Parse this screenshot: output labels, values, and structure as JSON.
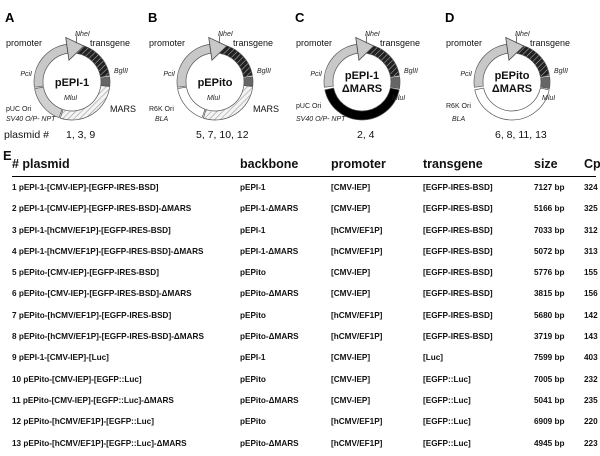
{
  "panels": [
    {
      "letter": "A",
      "name": [
        "pEPI-1"
      ],
      "labels": {
        "top": "NheI",
        "transgene": "transgene",
        "promoter": "promoter",
        "pcil": "PciI",
        "bglii": "BglII",
        "mlui": "MluI",
        "ori": "pUC Ori",
        "sv40": "SV40 O/P- NPT",
        "mars": "MARS"
      }
    },
    {
      "letter": "B",
      "name": [
        "pEPito"
      ],
      "labels": {
        "top": "NheI",
        "transgene": "transgene",
        "promoter": "promoter",
        "pcil": "PciI",
        "bglii": "BglII",
        "mlui": "MluI",
        "ori": "R6K Ori",
        "bla": "BLA",
        "mars": "MARS"
      }
    },
    {
      "letter": "C",
      "name": [
        "pEPI-1",
        "ΔMARS"
      ],
      "labels": {
        "top": "NheI",
        "transgene": "transgene",
        "promoter": "promoter",
        "pcil": "PciI",
        "bglii": "BglII",
        "mlui": "MluI",
        "ori": "pUC Ori",
        "sv40": "SV40 O/P- NPT"
      }
    },
    {
      "letter": "D",
      "name": [
        "pEPito",
        "ΔMARS"
      ],
      "labels": {
        "top": "NheI",
        "transgene": "transgene",
        "promoter": "promoter",
        "pcil": "PciI",
        "bglii": "BglII",
        "mlui": "MluI",
        "ori": "R6K Ori",
        "bla": "BLA"
      }
    }
  ],
  "plasmid_label": "plasmid #",
  "plasmid_numbers": [
    "1, 3, 9",
    "5, 7, 10, 12",
    "2, 4",
    "6, 8, 11, 13"
  ],
  "panel_e": "E",
  "table": {
    "headers": [
      "# plasmid",
      "backbone",
      "promoter",
      "transgene",
      "size",
      "CpGs"
    ],
    "rows": [
      [
        "1 pEPI-1-[CMV-IEP]-[EGFP-IRES-BSD]",
        "pEPI-1",
        "[CMV-IEP]",
        "[EGFP-IRES-BSD]",
        "7127 bp",
        "324"
      ],
      [
        "2 pEPI-1-[CMV-IEP]-[EGFP-IRES-BSD]-ΔMARS",
        "pEPI-1-ΔMARS",
        "[CMV-IEP]",
        "[EGFP-IRES-BSD]",
        "5166 bp",
        "325"
      ],
      [
        "3 pEPI-1-[hCMV/EF1P]-[EGFP-IRES-BSD]",
        "pEPI-1",
        "[hCMV/EF1P]",
        "[EGFP-IRES-BSD]",
        "7033 bp",
        "312"
      ],
      [
        "4 pEPI-1-[hCMV/EF1P]-[EGFP-IRES-BSD]-ΔMARS",
        "pEPI-1-ΔMARS",
        "[hCMV/EF1P]",
        "[EGFP-IRES-BSD]",
        "5072 bp",
        "313"
      ],
      [
        "5 pEPito-[CMV-IEP]-[EGFP-IRES-BSD]",
        "pEPito",
        "[CMV-IEP]",
        "[EGFP-IRES-BSD]",
        "5776 bp",
        "155"
      ],
      [
        "6 pEPito-[CMV-IEP]-[EGFP-IRES-BSD]-ΔMARS",
        "pEPito-ΔMARS",
        "[CMV-IEP]",
        "[EGFP-IRES-BSD]",
        "3815 bp",
        "156"
      ],
      [
        "7 pEPito-[hCMV/EF1P]-[EGFP-IRES-BSD]",
        "pEPito",
        "[hCMV/EF1P]",
        "[EGFP-IRES-BSD]",
        "5680 bp",
        "142"
      ],
      [
        "8 pEPito-[hCMV/EF1P]-[EGFP-IRES-BSD]-ΔMARS",
        "pEPito-ΔMARS",
        "[hCMV/EF1P]",
        "[EGFP-IRES-BSD]",
        "3719 bp",
        "143"
      ],
      [
        "9 pEPI-1-[CMV-IEP]-[Luc]",
        "pEPI-1",
        "[CMV-IEP]",
        "[Luc]",
        "7599 bp",
        "403"
      ],
      [
        "10 pEPito-[CMV-IEP]-[EGFP::Luc]",
        "pEPito",
        "[CMV-IEP]",
        "[EGFP::Luc]",
        "7005 bp",
        "232"
      ],
      [
        "11 pEPito-[CMV-IEP]-[EGFP::Luc]-ΔMARS",
        "pEPito-ΔMARS",
        "[CMV-IEP]",
        "[EGFP::Luc]",
        "5041 bp",
        "235"
      ],
      [
        "12 pEPito-[hCMV/EF1P]-[EGFP::Luc]",
        "pEPito",
        "[hCMV/EF1P]",
        "[EGFP::Luc]",
        "6909 bp",
        "220"
      ],
      [
        "13 pEPito-[hCMV/EF1P]-[EGFP::Luc]-ΔMARS",
        "pEPito-ΔMARS",
        "[hCMV/EF1P]",
        "[EGFP::Luc]",
        "4945 bp",
        "223"
      ]
    ]
  }
}
